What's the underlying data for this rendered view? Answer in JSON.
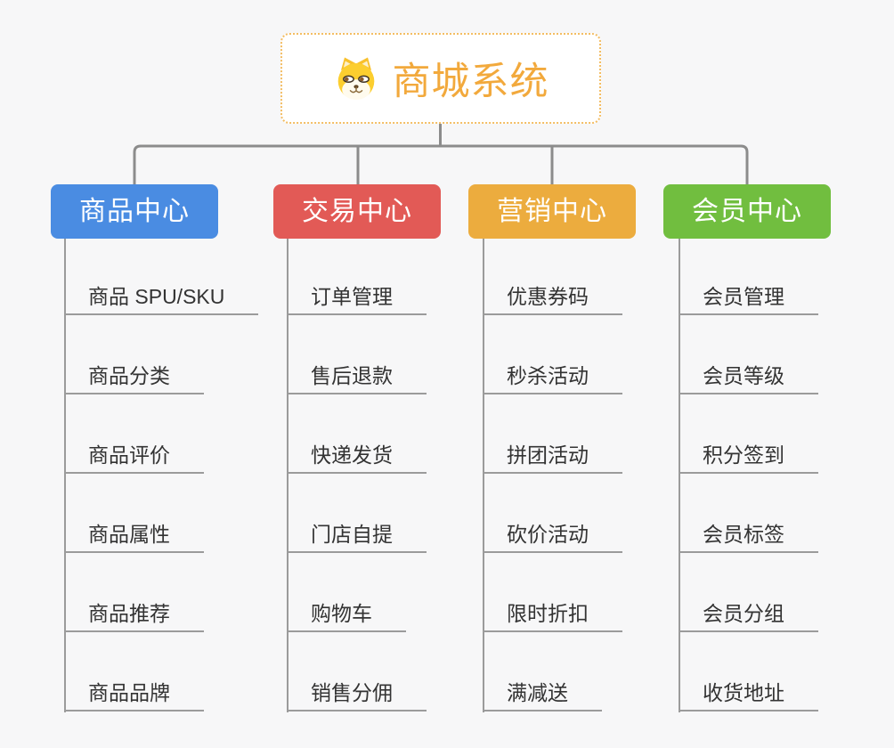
{
  "root": {
    "title": "商城系统",
    "icon": "shiba-dog-icon"
  },
  "branches": [
    {
      "label": "商品中心",
      "color": "#4a8ce2",
      "items": [
        "商品 SPU/SKU",
        "商品分类",
        "商品评价",
        "商品属性",
        "商品推荐",
        "商品品牌"
      ]
    },
    {
      "label": "交易中心",
      "color": "#e25a56",
      "items": [
        "订单管理",
        "售后退款",
        "快递发货",
        "门店自提",
        "购物车",
        "销售分佣"
      ]
    },
    {
      "label": "营销中心",
      "color": "#ecac3e",
      "items": [
        "优惠券码",
        "秒杀活动",
        "拼团活动",
        "砍价活动",
        "限时折扣",
        "满减送"
      ]
    },
    {
      "label": "会员中心",
      "color": "#71be3f",
      "items": [
        "会员管理",
        "会员等级",
        "积分签到",
        "会员标签",
        "会员分组",
        "收货地址"
      ]
    }
  ],
  "colors": {
    "background": "#f7f7f8",
    "root_accent": "#f2a93c",
    "root_border": "#f3bd63",
    "main_connector": "#8c8c8c",
    "sub_connector": "#9b9b9b",
    "item_text": "#333333"
  }
}
